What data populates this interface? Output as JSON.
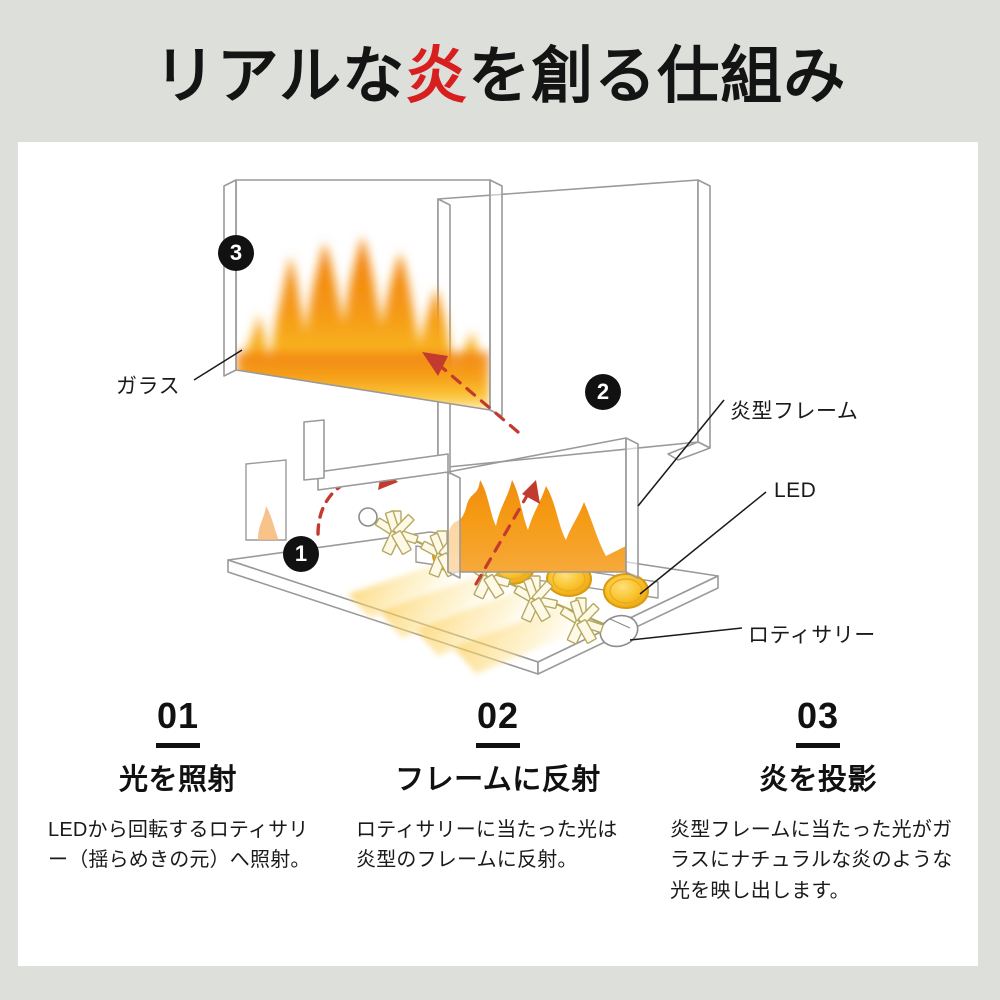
{
  "title": {
    "before": "リアルな",
    "accent": "炎",
    "after": "を創る仕組み"
  },
  "colors": {
    "background": "#dde0da",
    "card": "#ffffff",
    "accent_red": "#d81f1f",
    "arrow_red": "#c23b2e",
    "flame_orange": "#f39200",
    "flame_yellow": "#fcc000",
    "led_gold": "#f5b324",
    "text": "#111111",
    "outline_grey": "#9a9a9a"
  },
  "diagram": {
    "badges": [
      {
        "id": "1",
        "label": "1"
      },
      {
        "id": "2",
        "label": "2"
      },
      {
        "id": "3",
        "label": "3"
      }
    ],
    "callouts": {
      "glass": "ガラス",
      "frame": "炎型フレーム",
      "led": "LED",
      "rotisserie": "ロティサリー"
    },
    "parts": {
      "led_count": 4,
      "rotisserie_blade_count": 5
    }
  },
  "steps": [
    {
      "number": "01",
      "heading": "光を照射",
      "body": "LEDから回転するロティサリー（揺らめきの元）へ照射。"
    },
    {
      "number": "02",
      "heading": "フレームに反射",
      "body": "ロティサリーに当たった光は炎型のフレームに反射。"
    },
    {
      "number": "03",
      "heading": "炎を投影",
      "body": "炎型フレームに当たった光がガラスにナチュラルな炎のような光を映し出します。"
    }
  ]
}
